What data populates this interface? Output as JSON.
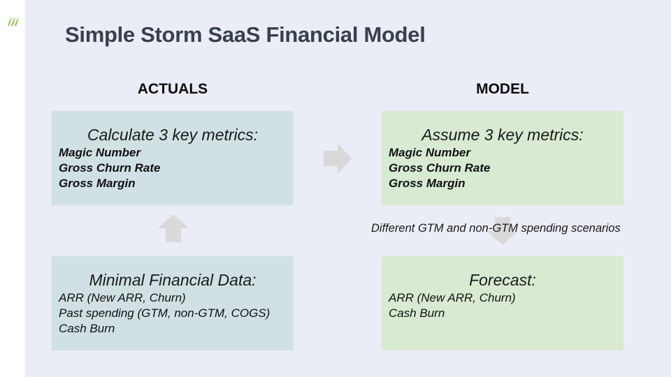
{
  "slide": {
    "title": "Simple Storm SaaS Financial Model",
    "actuals_header": "ACTUALS",
    "model_header": "MODEL",
    "calculate_box": {
      "title": "Calculate 3 key metrics:",
      "lines": [
        "Magic Number",
        "Gross Churn Rate",
        "Gross Margin"
      ]
    },
    "data_box": {
      "title": "Minimal Financial Data:",
      "lines": [
        "ARR (New ARR, Churn)",
        "Past spending (GTM, non-GTM, COGS)",
        "Cash Burn"
      ]
    },
    "assume_box": {
      "title": "Assume 3 key metrics:",
      "lines": [
        "Magic Number",
        "Gross Churn Rate",
        "Gross Margin"
      ]
    },
    "forecast_box": {
      "title": "Forecast:",
      "lines": [
        "ARR (New ARR, Churn)",
        "Cash Burn"
      ]
    },
    "scenario_label": "Different GTM and non-GTM spending scenarios"
  },
  "colors": {
    "background": "#eaedf5",
    "actuals_box": "#d0e0e3",
    "model_box": "#d9ead3",
    "arrow": "#d9d9d9",
    "title_text": "#37404c",
    "logo": "#8bc34a"
  },
  "icons": {
    "logo": "brand-logo-icon",
    "arrow_right": "arrow-right-icon",
    "arrow_up": "arrow-up-icon",
    "arrow_down": "arrow-down-icon"
  }
}
